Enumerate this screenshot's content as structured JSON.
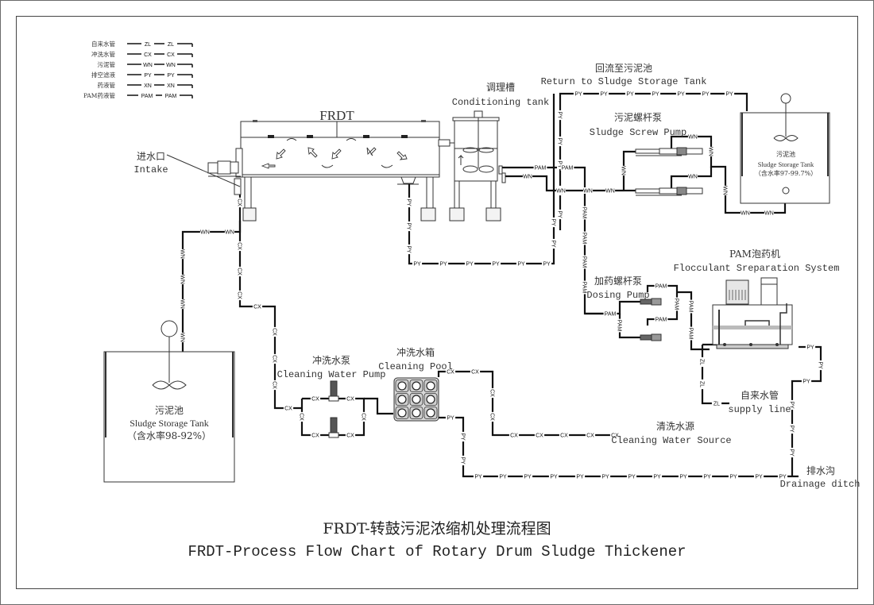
{
  "legend": [
    {
      "label": "自来水管",
      "code": "ZL"
    },
    {
      "label": "冲洗水管",
      "code": "CX"
    },
    {
      "label": "污泥管",
      "code": "WN"
    },
    {
      "label": "排空滤液",
      "code": "PY"
    },
    {
      "label": "药液管",
      "code": "XN"
    },
    {
      "label": "PAM药液管",
      "code": "PAM"
    }
  ],
  "equipment": {
    "frdt": {
      "label": "FRDT"
    },
    "intake": {
      "zh": "进水口",
      "en": "Intake"
    },
    "conditioning_tank": {
      "zh": "调理槽",
      "en": "Conditioning tank"
    },
    "return_line": {
      "zh": "回流至污泥池",
      "en": "Return to Sludge Storage Tank"
    },
    "screw_pump": {
      "zh": "污泥螺杆泵",
      "en": "Sludge Screw Pump"
    },
    "storage_tank_right": {
      "zh": "污泥池",
      "en": "Sludge Storage Tank",
      "note": "（含水率97-99.7%）"
    },
    "storage_tank_left": {
      "zh": "污泥池",
      "en": "Sludge Storage Tank",
      "note": "（含水率98-92%）"
    },
    "pam_system": {
      "zh": "PAM泡药机",
      "en": "Flocculant Sreparation System"
    },
    "dosing_pump": {
      "zh": "加药螺杆泵",
      "en": "Dosing Pump"
    },
    "cleaning_pump": {
      "zh": "冲洗水泵",
      "en": "Cleaning Water Pump"
    },
    "cleaning_pool": {
      "zh": "冲洗水箱",
      "en": "Cleaning Pool"
    },
    "water_source": {
      "zh": "清洗水源",
      "en": "Cleaning Water Source"
    },
    "supply_line": {
      "zh": "自来水管",
      "en": "supply line"
    },
    "drainage": {
      "zh": "排水沟",
      "en": "Drainage ditch"
    }
  },
  "title": {
    "zh": "FRDT-转鼓污泥浓缩机处理流程图",
    "en": "FRDT-Process Flow Chart of Rotary Drum Sludge Thickener"
  },
  "pipe_codes": {
    "zl": "ZL",
    "cx": "CX",
    "wn": "WN",
    "py": "PY",
    "pam": "PAM"
  }
}
